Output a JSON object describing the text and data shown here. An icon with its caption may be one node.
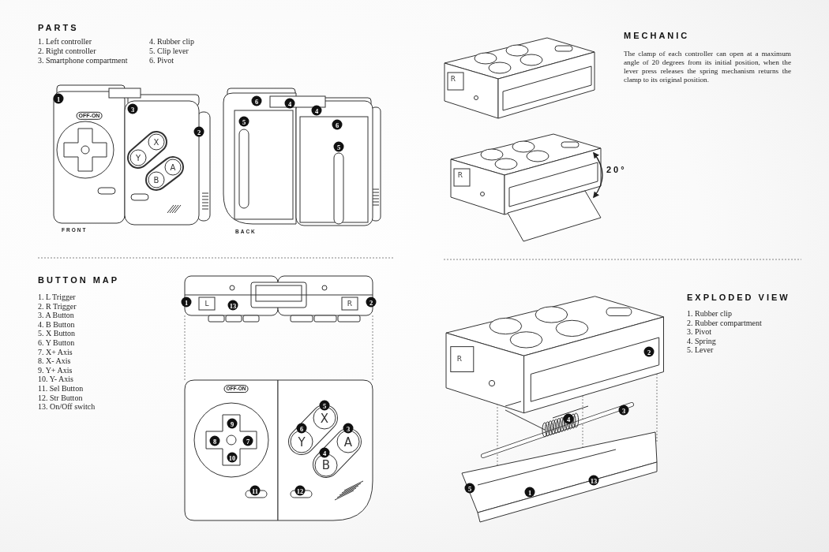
{
  "diagram": {
    "labels": [
      "PARTS",
      "1. Left controller",
      "2. Right controller",
      "3. Smartphone compartment",
      "4. Rubber clip",
      "5. Clip lever",
      "6. Pivot",
      "1",
      "OFF-ON",
      "3",
      "2",
      "X",
      "Y",
      "A",
      "B",
      "FRONT",
      "6",
      "4",
      "4",
      "5",
      "6",
      "5",
      "BACK",
      "MECHANIC",
      "The clamp of each controller can open at a maximum angle of 20 degrees from its initial position, when the lever press releases the spring mechanism returns the clamp to its original position.",
      "R",
      "R",
      "20°",
      "BUTTON MAP",
      "1. L Trigger",
      "2. R Trigger",
      "3. A Button",
      "4. B Button",
      "5. X Button",
      "6. Y Button",
      "7. X+ Axis",
      "8. X- Axis",
      "9. Y+ Axis",
      "10. Y- Axis",
      "11. Sel Button",
      "12. Str Button",
      "13. On/Off switch",
      "1",
      "L",
      "13",
      "R",
      "2",
      "OFF-ON",
      "5",
      "X",
      "9",
      "6",
      "3",
      "8",
      "7",
      "Y",
      "A",
      "4",
      "10",
      "B",
      "11",
      "12",
      "EXPLODED VIEW",
      "1. Rubber clip",
      "2. Rubber compartment",
      "3. Pivot",
      "4. Spring",
      "5. Lever",
      "R",
      "2",
      "3",
      "4",
      "13",
      "5",
      "1"
    ]
  }
}
